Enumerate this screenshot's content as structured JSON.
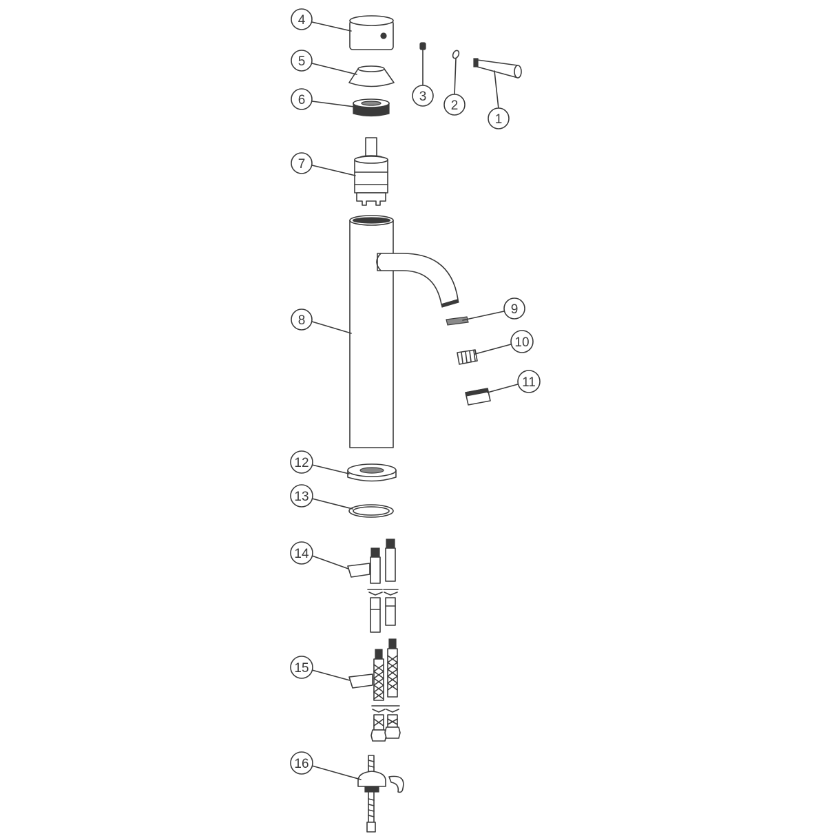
{
  "parts": [
    {
      "number": "1"
    },
    {
      "number": "2"
    },
    {
      "number": "3"
    },
    {
      "number": "4"
    },
    {
      "number": "5"
    },
    {
      "number": "6"
    },
    {
      "number": "7"
    },
    {
      "number": "8"
    },
    {
      "number": "9"
    },
    {
      "number": "10"
    },
    {
      "number": "11"
    },
    {
      "number": "12"
    },
    {
      "number": "13"
    },
    {
      "number": "14"
    },
    {
      "number": "15"
    },
    {
      "number": "16"
    }
  ],
  "colors": {
    "line": "#3a3a3a",
    "background": "#ffffff"
  }
}
